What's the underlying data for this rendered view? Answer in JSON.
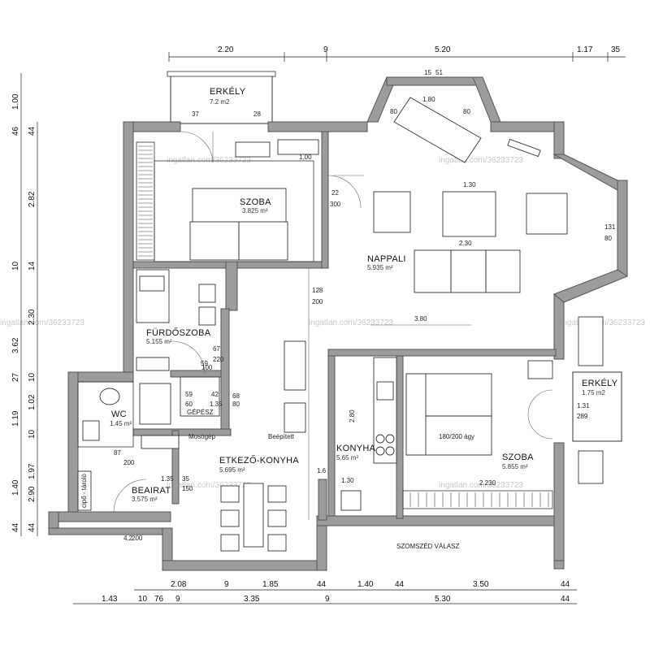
{
  "rooms": {
    "erkely_top": {
      "name": "ERKÉLY",
      "area": "7.2 m2"
    },
    "szoba_top": {
      "name": "SZOBA",
      "area": "3.825 m²"
    },
    "nappali": {
      "name": "NAPPALI",
      "area": "5.935 m²"
    },
    "furdoszoba": {
      "name": "FÜRDŐSZOBA",
      "area": "5.155 m²"
    },
    "wc": {
      "name": "WC",
      "area": "1.45 m²"
    },
    "etkezo": {
      "name": "ETKEZŐ-KONYHA",
      "area": "5.695 m²"
    },
    "konyha": {
      "name": "KONYHA",
      "area": "5.65 m²"
    },
    "szoba_right": {
      "name": "SZOBA",
      "area": "5.855 m²"
    },
    "erkely_right": {
      "name": "ERKÉLY",
      "area": "1.75 m2"
    },
    "beairat": {
      "name": "BEAIRAT",
      "area": "3.575 m²"
    }
  },
  "dims_top": [
    "2.20",
    "9",
    "5.20",
    "1.17",
    "35"
  ],
  "dims_left": [
    "1.00",
    "46",
    "44",
    "2.82",
    "10",
    "14",
    "2.30",
    "3.62",
    "27",
    "10",
    "1.02",
    "1.19",
    "10",
    "1.97",
    "1.40",
    "2.90",
    "44",
    "44"
  ],
  "dims_bottom_1": [
    "2.08",
    "9",
    "1.85",
    "44",
    "1.40",
    "44",
    "3.50",
    "44"
  ],
  "dims_bottom_2": [
    "1.43",
    "10",
    "76",
    "9",
    "3.35",
    "9",
    "5.30",
    "44"
  ],
  "labels": {
    "bay_top": [
      "15",
      "51",
      "80",
      "1.80",
      "80"
    ],
    "bay_right": [
      "131",
      "80"
    ],
    "sofa_w": "2.30",
    "table_w": "1.30",
    "bed": "180/200 ágy",
    "wardrobe": "2.230",
    "corridor": [
      "128",
      "200"
    ],
    "door_szoba": [
      "22",
      "300"
    ],
    "bath_dims": [
      "67",
      "220",
      "59",
      "100",
      "42",
      "60",
      "1.35",
      "68",
      "80"
    ],
    "kitchen": [
      "2.80",
      "1.30",
      "1.6",
      "3.80"
    ],
    "wc_dims": [
      "87",
      "200",
      "1.35",
      "35",
      "150"
    ],
    "beairat_dims": [
      "4.2",
      "200"
    ],
    "erkely_door": [
      "37",
      "28",
      "1.00"
    ],
    "erkely_right_dims": [
      "1.31",
      "289"
    ],
    "storage": [
      "GÉPÉSZ",
      "Mosógép",
      "Beépített"
    ],
    "left_closet": "cipő - tároló",
    "bottom_note": "SZOMSZÉD VÁLASZ"
  },
  "watermark": "ingatlan.com/36233723"
}
